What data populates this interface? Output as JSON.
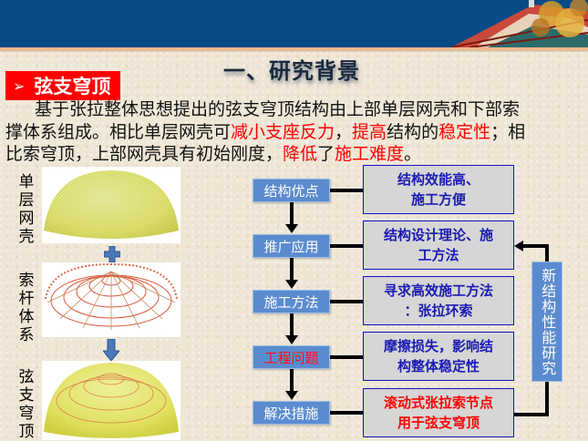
{
  "slide": {
    "title": "一、研究背景",
    "section_tag": {
      "arrow": "➢",
      "label": "弦支穹顶"
    },
    "paragraph": {
      "lines": [
        [
          {
            "text": "基于张拉整体思想提出的弦支穹顶结构由上部单层网壳和下部索",
            "red": false
          }
        ],
        [
          {
            "text": "撑体系组成。相比单层网壳可",
            "red": false
          },
          {
            "text": "减小支座反力",
            "red": true
          },
          {
            "text": "，",
            "red": false
          },
          {
            "text": "提高",
            "red": true
          },
          {
            "text": "结构的",
            "red": false
          },
          {
            "text": "稳定性",
            "red": true
          },
          {
            "text": "；相",
            "red": false
          }
        ],
        [
          {
            "text": "比索穹顶，上部网壳具有初始刚度，",
            "red": false
          },
          {
            "text": "降低",
            "red": true
          },
          {
            "text": "了",
            "red": false
          },
          {
            "text": "施工难度",
            "red": true
          },
          {
            "text": "。",
            "red": false
          }
        ]
      ]
    },
    "left_panel": {
      "labels": [
        "单层网壳",
        "索杆体系",
        "弦支穹顶"
      ],
      "images": [
        "single-layer-reticulated-shell",
        "cable-strut-system",
        "suspended-dome"
      ],
      "connectors": [
        "plus-icon",
        "down-arrow-icon"
      ]
    },
    "flow": {
      "steps": [
        {
          "label": "结构优点",
          "red": false,
          "detail": [
            "结构效能高、",
            "施工方便"
          ],
          "detail_red": false
        },
        {
          "label": "推广应用",
          "red": false,
          "detail": [
            "结构设计理论、施",
            "工方法"
          ],
          "detail_red": false
        },
        {
          "label": "施工方法",
          "red": false,
          "detail": [
            "寻求高效施工方法",
            "：张拉环索"
          ],
          "detail_red": false
        },
        {
          "label": "工程问题",
          "red": true,
          "detail": [
            "摩擦损失，影响结",
            "构整体稳定性"
          ],
          "detail_red": false
        },
        {
          "label": "解决措施",
          "red": false,
          "detail": [
            "滚动式张拉索节点",
            "用于弦支穹顶"
          ],
          "detail_red": true
        }
      ],
      "feedback_label": "新结构性能研究"
    },
    "colors": {
      "header_blue": "#064a86",
      "accent_red": "#ff0000",
      "flow_box_blue": "#5b8bcf",
      "detail_text_blue": "#1a1ab4",
      "detail_bg": "#d6d6d6"
    }
  }
}
